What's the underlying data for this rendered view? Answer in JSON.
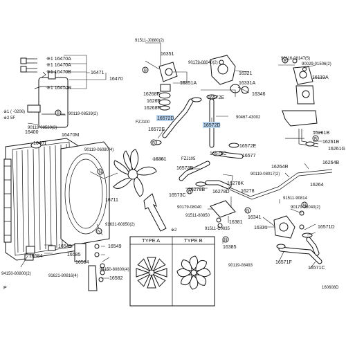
{
  "labels": {
    "l16470a1": "※1 16470A",
    "l16470a2": "※1 16470A",
    "l16470b": "※1 16470B",
    "l16470r": "※1 16470R",
    "l16471": "16471",
    "l16470": "16470",
    "note1": "※1  (    -0206)",
    "note2": "※2  5F",
    "l90119_539": "90119-08539(2)",
    "l90119_3": "90119-08539(3)",
    "l16470m": "16470M",
    "l16400": "16400",
    "l16401": "16401",
    "l90119_6080": "90119-06080(4)",
    "l16361": "16361",
    "l16711": "16711",
    "l91631": "91631-60850(2)",
    "l16549a": "16549",
    "l16584": "16584",
    "l16585": "16585",
    "l16549b": "16549",
    "l16584b": "16584",
    "l94150a": "94150-80800(2)",
    "l94150b": "94150-80800(4)",
    "l91621": "91621-80816(4)",
    "l16582": "16582",
    "l91511_j": "91511-J0880(2)",
    "l16351": "16351",
    "l16351a": "16351A",
    "l16268f": "16268F",
    "l16268": "16268",
    "l16268p": "16268P",
    "l16572d_a": "16572D",
    "lfzj100": "FZJ100",
    "l16572e_a": "16572E",
    "l90179_040": "90179-08040(2)",
    "l16321": "16321",
    "l16331a": "16331A",
    "l16346": "16346",
    "l16572e_top": "16572E",
    "l90467": "90467-43002",
    "l16572d_b": "16572D",
    "l16572e_b": "16572E",
    "l16573c": "16573C",
    "l16577": "16577",
    "lfzj105": "FZJ105",
    "l16573b": "16573B",
    "l90119_17": "90119-08017(2)",
    "l16278k": "16278K",
    "l16278b": "16278B",
    "l16278d": "16278D",
    "l16278": "16278",
    "l16573c_b": "16573C",
    "l90179_040b": "90179-08040",
    "l91511_850": "91511-80850",
    "l16381": "16381",
    "l91511_c0835": "91511-C0835",
    "l16385": "16385",
    "l90119_493": "90119-08493",
    "lstar2": "※2",
    "l90116": "90116-08147(5)",
    "l90029": "90029-01506(2)",
    "l16119a": "16119A",
    "l16261b_a": "16261B",
    "l16261b_b": "16261B",
    "l16261g": "16261G",
    "l16264b": "16264B",
    "l16264r": "16264R",
    "l16264": "16264",
    "l91511_814": "91511-90814",
    "l90179_040c": "90179-08040(2)",
    "l16341": "16341",
    "l16331": "16331",
    "l16571d": "16571D",
    "l16571f": "16571F",
    "l16571c": "16571C",
    "typeA": "TYPE A",
    "typeB": "TYPE B",
    "pageP": "P",
    "code": "160608D"
  },
  "highlights": [
    "16572D",
    "16572D"
  ]
}
